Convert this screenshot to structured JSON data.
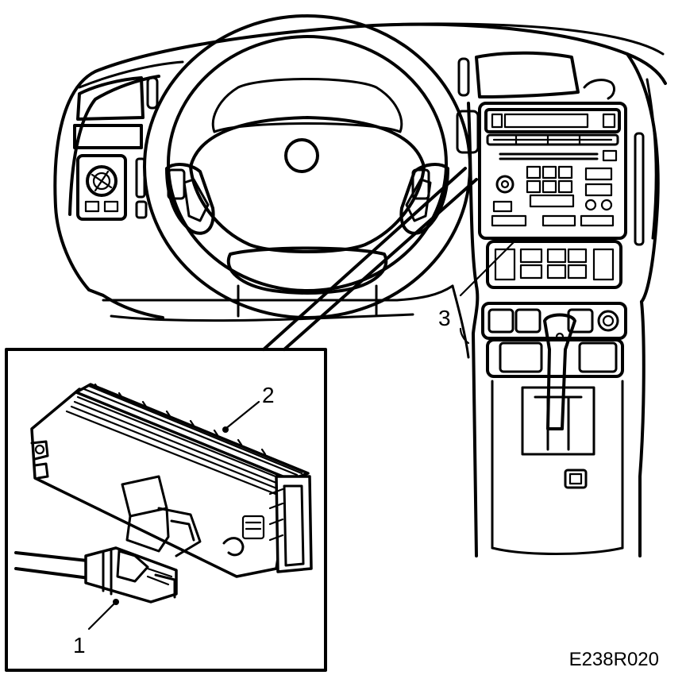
{
  "callouts": {
    "connector": "1",
    "amplifier": "2",
    "location": "3"
  },
  "figure_code": "E238R020"
}
